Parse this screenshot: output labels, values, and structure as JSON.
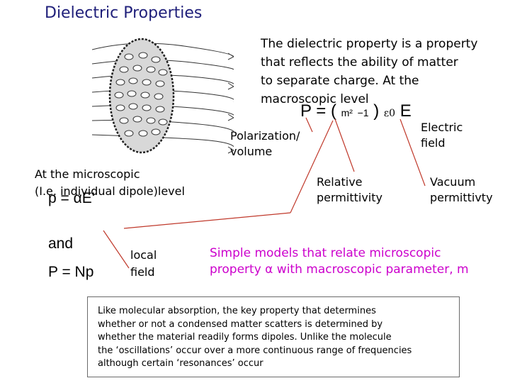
{
  "title": "Dielectric Properties",
  "intro_lines": [
    "The dielectric property is a property",
    "that reflects the ability of matter",
    "to separate charge. At the",
    "macroscopic level"
  ],
  "equation_main": {
    "P": "P",
    "eq": "=",
    "lparen": "(",
    "m2": "m²",
    "minus1": "−1",
    "rparen": ")",
    "eps0": "ε0",
    "E": "E"
  },
  "labels": {
    "polarization_line1": "Polarization/",
    "polarization_line2": "volume",
    "electric_line1": "Electric",
    "electric_line2": "field",
    "relative_line1": "Relative",
    "relative_line2": "permittivity",
    "vacuum_line1": "Vacuum",
    "vacuum_line2": "permittivty"
  },
  "microscopic": {
    "line1": "At the microscopic",
    "line2": "(I.e. individual dipole)level"
  },
  "equations_left": {
    "p_eq": "p = αE'",
    "and": "and",
    "P_eq": "P = Np"
  },
  "local_field": {
    "line1": "local",
    "line2": "field"
  },
  "simple_models": {
    "line1": "Simple models that relate microscopic",
    "line2": "property α with macroscopic parameter, m"
  },
  "box_text": [
    "Like molecular absorption, the key property  that determines",
    "whether or not a condensed matter scatters is determined by",
    "whether the  material readily forms dipoles. Unlike the molecule",
    "the ‘oscillations’ occur over a more continuous range of frequencies",
    "although certain ‘resonances’ occur"
  ],
  "colors": {
    "title": "#1f1f7a",
    "simple_models": "#cc00cc",
    "arrows": "#c0392b"
  }
}
